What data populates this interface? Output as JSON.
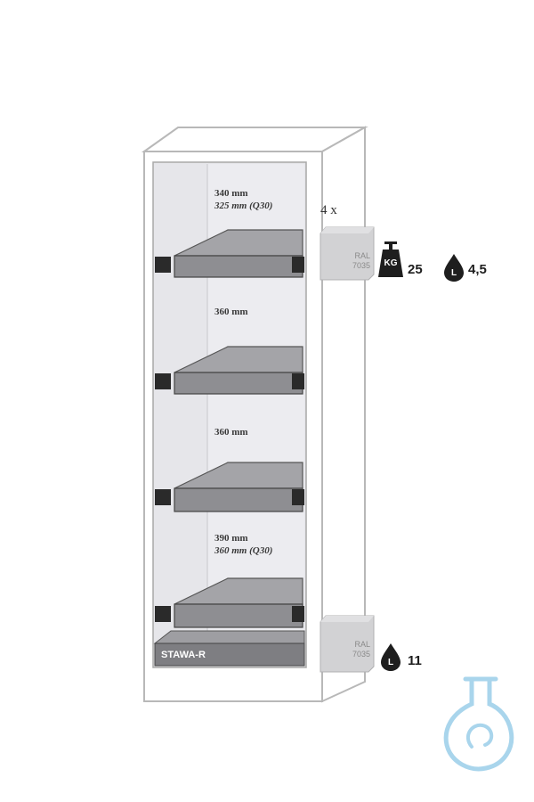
{
  "compartments": [
    {
      "line1": "340 mm",
      "line2": "325 mm (Q30)"
    },
    {
      "line1": "360 mm",
      "line2": ""
    },
    {
      "line1": "360 mm",
      "line2": ""
    },
    {
      "line1": "390 mm",
      "line2": "360 mm (Q30)"
    }
  ],
  "model_label": "STAWA-R",
  "tray_spec": {
    "quantity": "4 x",
    "ral_label": "RAL",
    "ral_code": "7035",
    "weight_icon_text": "KG",
    "load": "25",
    "volume_icon_text": "L",
    "volume": "4,5"
  },
  "sump_spec": {
    "ral_label": "RAL",
    "ral_code": "7035",
    "volume_icon_text": "L",
    "volume": "11"
  },
  "colors": {
    "cabinet_outline": "#b8b8b8",
    "interior": "#e4e4e8",
    "tray": "#8c8c8c",
    "tray_dark": "#4a4a4a",
    "swatch": "#d4d4d4",
    "logo": "#a9d5ec"
  },
  "icons": [
    "weight-icon",
    "drop-volume-icon",
    "flask-logo-icon"
  ]
}
